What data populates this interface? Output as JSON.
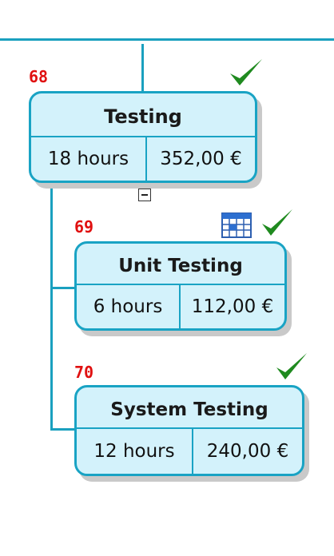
{
  "colors": {
    "connector": "#1aa0bf",
    "node_fill": "#d3f2fb",
    "node_border": "#19a3c4",
    "id_label": "#e01010",
    "check": "#1f8a1f"
  },
  "nodes": [
    {
      "id": "68",
      "title": "Testing",
      "hours": "18 hours",
      "cost": "352,00 €",
      "status_icon": "checkmark-icon"
    },
    {
      "id": "69",
      "title": "Unit Testing",
      "hours": "6 hours",
      "cost": "112,00 €",
      "status_icon": "checkmark-icon",
      "extra_icon": "calendar-table-icon"
    },
    {
      "id": "70",
      "title": "System Testing",
      "hours": "12 hours",
      "cost": "240,00 €",
      "status_icon": "checkmark-icon"
    }
  ]
}
